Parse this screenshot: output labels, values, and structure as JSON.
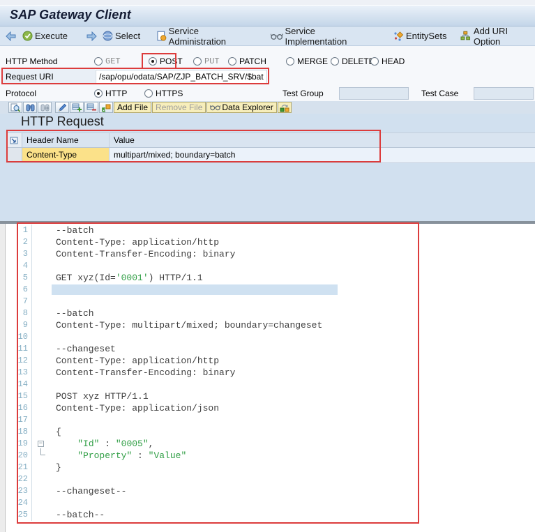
{
  "window": {
    "title": "SAP Gateway Client"
  },
  "toolbar": {
    "execute": "Execute",
    "select": "Select",
    "service_administration": "Service Administration",
    "service_implementation": "Service Implementation",
    "entitysets": "EntitySets",
    "add_uri_option": "Add URI Option"
  },
  "form": {
    "http_method_label": "HTTP Method",
    "methods": [
      {
        "label": "GET",
        "selected": false,
        "dim": true,
        "annotated": false
      },
      {
        "label": "POST",
        "selected": true,
        "dim": false,
        "annotated": true
      },
      {
        "label": "PUT",
        "selected": false,
        "dim": true,
        "annotated": false
      },
      {
        "label": "PATCH",
        "selected": false,
        "dim": false,
        "annotated": false
      },
      {
        "label": "MERGE",
        "selected": false,
        "dim": false,
        "annotated": false
      },
      {
        "label": "DELETE",
        "selected": false,
        "dim": false,
        "annotated": false
      },
      {
        "label": "HEAD",
        "selected": false,
        "dim": false,
        "annotated": false
      }
    ],
    "request_uri_label": "Request URI",
    "request_uri_value": "/sap/opu/odata/SAP/ZJP_BATCH_SRV/$batch",
    "protocol_label": "Protocol",
    "protocols": [
      {
        "label": "HTTP",
        "selected": true,
        "dim": false,
        "annotated": false
      },
      {
        "label": "HTTPS",
        "selected": false,
        "dim": false,
        "annotated": false
      }
    ],
    "test_group_label": "Test Group",
    "test_group_value": "",
    "test_case_label": "Test Case",
    "test_case_value": ""
  },
  "editor_toolbar": {
    "add_file": "Add File",
    "remove_file": "Remove File",
    "data_explorer": "Data Explorer"
  },
  "request_section": {
    "heading": "HTTP Request",
    "table": {
      "columns": [
        "Header Name",
        "Value"
      ],
      "rows": [
        {
          "name": "Content-Type",
          "value": "multipart/mixed; boundary=batch"
        }
      ]
    }
  },
  "editor": {
    "lines": [
      {
        "n": 1,
        "seg": [
          {
            "t": "--batch"
          }
        ]
      },
      {
        "n": 2,
        "seg": [
          {
            "t": "Content-Type: application/http"
          }
        ]
      },
      {
        "n": 3,
        "seg": [
          {
            "t": "Content-Transfer-Encoding: binary"
          }
        ]
      },
      {
        "n": 4,
        "seg": []
      },
      {
        "n": 5,
        "seg": [
          {
            "t": "GET xyz(Id="
          },
          {
            "t": "'0001'",
            "s": true
          },
          {
            "t": ") HTTP/1.1"
          }
        ]
      },
      {
        "n": 6,
        "seg": [],
        "selected": true
      },
      {
        "n": 7,
        "seg": []
      },
      {
        "n": 8,
        "seg": [
          {
            "t": "--batch"
          }
        ]
      },
      {
        "n": 9,
        "seg": [
          {
            "t": "Content-Type: multipart/mixed; boundary=changeset"
          }
        ]
      },
      {
        "n": 10,
        "seg": []
      },
      {
        "n": 11,
        "seg": [
          {
            "t": "--changeset"
          }
        ]
      },
      {
        "n": 12,
        "seg": [
          {
            "t": "Content-Type: application/http"
          }
        ]
      },
      {
        "n": 13,
        "seg": [
          {
            "t": "Content-Transfer-Encoding: binary"
          }
        ]
      },
      {
        "n": 14,
        "seg": []
      },
      {
        "n": 15,
        "seg": [
          {
            "t": "POST xyz HTTP/1.1"
          }
        ]
      },
      {
        "n": 16,
        "seg": [
          {
            "t": "Content-Type: application/json"
          }
        ]
      },
      {
        "n": 17,
        "seg": []
      },
      {
        "n": 18,
        "seg": [
          {
            "t": "{"
          }
        ]
      },
      {
        "n": 19,
        "fold": "open",
        "seg": [
          {
            "t": "    "
          },
          {
            "t": "\"Id\"",
            "s": true
          },
          {
            "t": " : "
          },
          {
            "t": "\"0005\"",
            "s": true
          },
          {
            "t": ","
          }
        ]
      },
      {
        "n": 20,
        "fold": "elbow",
        "seg": [
          {
            "t": "    "
          },
          {
            "t": "\"Property\"",
            "s": true
          },
          {
            "t": " : "
          },
          {
            "t": "\"Value\"",
            "s": true
          }
        ]
      },
      {
        "n": 21,
        "seg": [
          {
            "t": "}"
          }
        ]
      },
      {
        "n": 22,
        "seg": []
      },
      {
        "n": 23,
        "seg": [
          {
            "t": "--changeset--"
          }
        ]
      },
      {
        "n": 24,
        "seg": []
      },
      {
        "n": 25,
        "seg": [
          {
            "t": "--batch--"
          }
        ]
      }
    ]
  },
  "colors": {
    "annotation_red": "#dc3c3c",
    "string_green": "#2f9e44",
    "header_cell_yellow": "#fbe189",
    "titlebar_blue": "#c4d6e9",
    "toolbar_blue": "#d9e5f2",
    "panel_blue": "#d1e0ef",
    "selection_blue": "#cfe1f1"
  }
}
